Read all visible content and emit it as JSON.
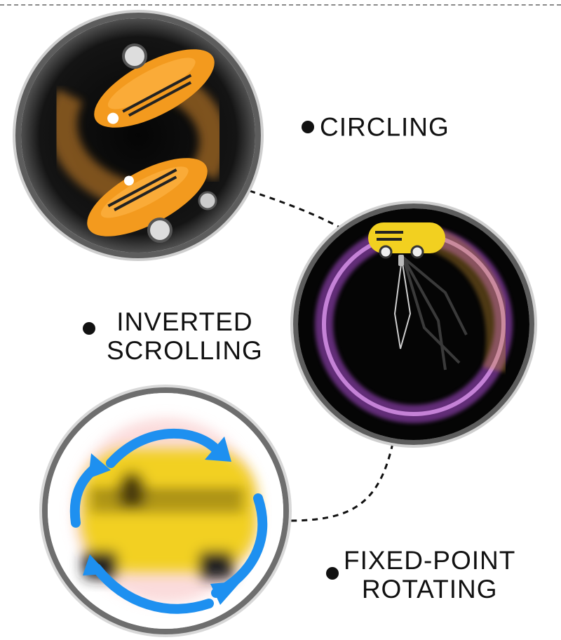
{
  "features": {
    "circling": {
      "label": "CIRCLING"
    },
    "inverted_scrolling": {
      "line1": "INVERTED",
      "line2": "SCROLLING"
    },
    "fixed_point_rotating": {
      "line1": "FIXED-POINT",
      "line2": "ROTATING"
    }
  },
  "colors": {
    "car_orange": "#f39a1e",
    "car_yellow": "#f2d020",
    "ring_glow": "#d86cf0",
    "arrow_blue": "#1e90f0",
    "disc_border": "#5d5d5d"
  }
}
